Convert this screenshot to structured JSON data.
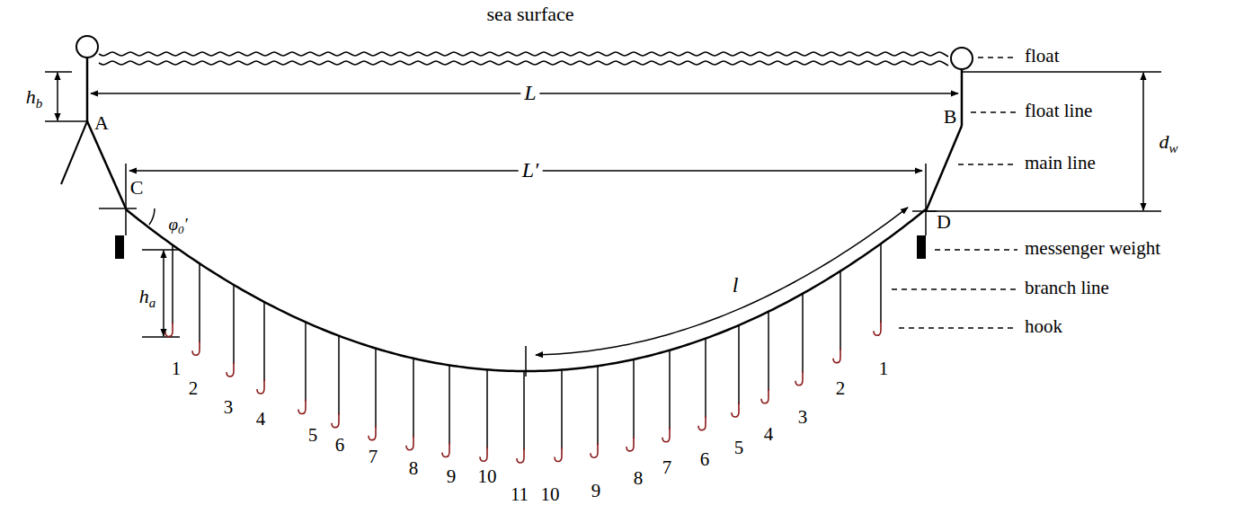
{
  "diagram": {
    "labels": [
      "sea surface",
      "float",
      "hb",
      "A",
      "L",
      "B",
      "float line",
      "dw",
      "main line",
      "C",
      "L′",
      "D",
      "φ0′",
      "messenger weight",
      "ha",
      "branch line",
      "l",
      "hook",
      "1",
      "2",
      "3",
      "4",
      "5",
      "6",
      "7",
      "8",
      "9",
      "10",
      "11",
      "10",
      "9",
      "8",
      "7",
      "6",
      "5",
      "4",
      "3",
      "2",
      "1"
    ]
  }
}
